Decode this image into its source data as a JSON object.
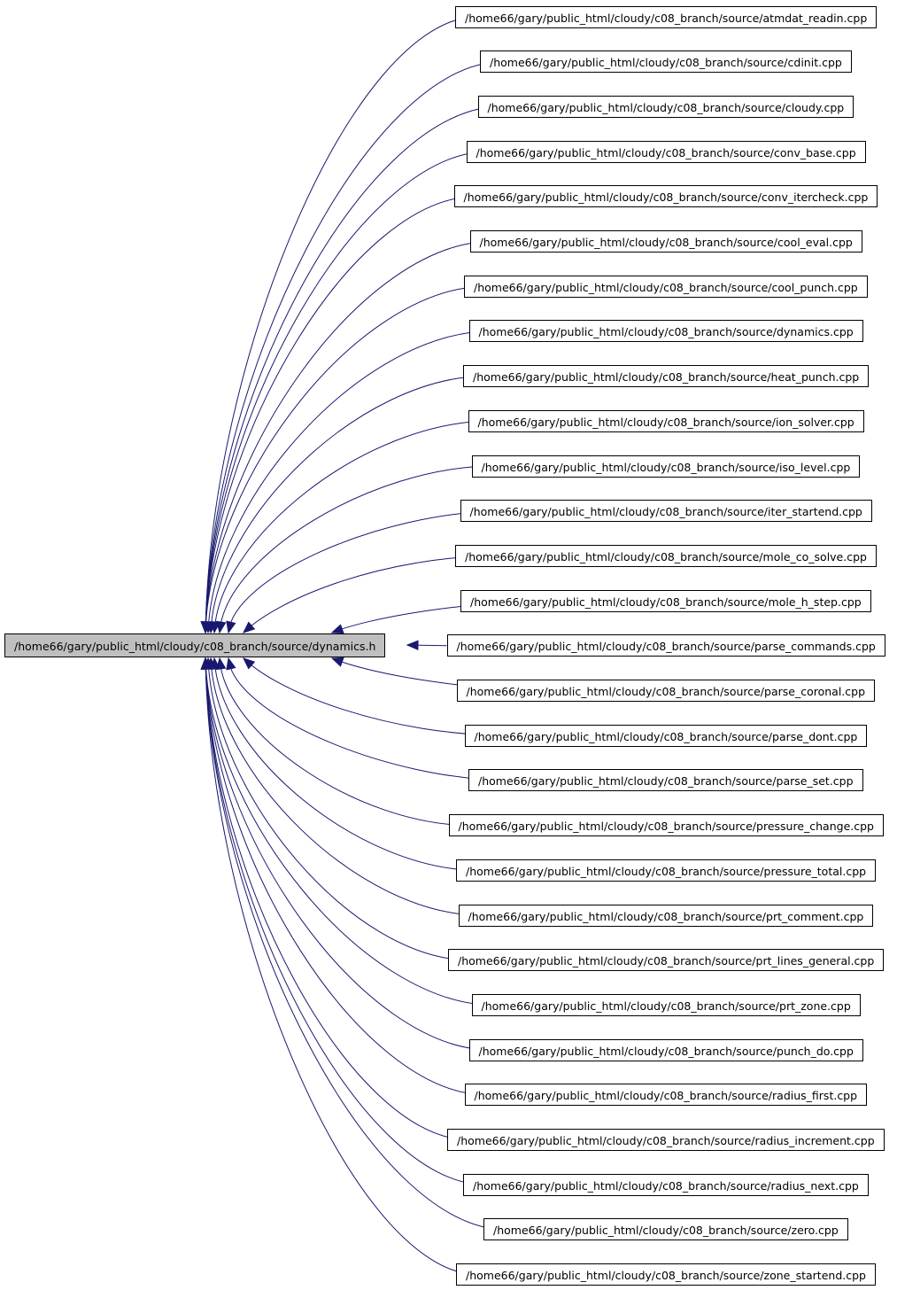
{
  "graph": {
    "edge_color": "#191970",
    "target": {
      "label": "/home66/gary/public_html/cloudy/c08_branch/source/dynamics.h",
      "fill": "#bfbfbf"
    },
    "includers": [
      "/home66/gary/public_html/cloudy/c08_branch/source/atmdat_readin.cpp",
      "/home66/gary/public_html/cloudy/c08_branch/source/cdinit.cpp",
      "/home66/gary/public_html/cloudy/c08_branch/source/cloudy.cpp",
      "/home66/gary/public_html/cloudy/c08_branch/source/conv_base.cpp",
      "/home66/gary/public_html/cloudy/c08_branch/source/conv_itercheck.cpp",
      "/home66/gary/public_html/cloudy/c08_branch/source/cool_eval.cpp",
      "/home66/gary/public_html/cloudy/c08_branch/source/cool_punch.cpp",
      "/home66/gary/public_html/cloudy/c08_branch/source/dynamics.cpp",
      "/home66/gary/public_html/cloudy/c08_branch/source/heat_punch.cpp",
      "/home66/gary/public_html/cloudy/c08_branch/source/ion_solver.cpp",
      "/home66/gary/public_html/cloudy/c08_branch/source/iso_level.cpp",
      "/home66/gary/public_html/cloudy/c08_branch/source/iter_startend.cpp",
      "/home66/gary/public_html/cloudy/c08_branch/source/mole_co_solve.cpp",
      "/home66/gary/public_html/cloudy/c08_branch/source/mole_h_step.cpp",
      "/home66/gary/public_html/cloudy/c08_branch/source/parse_commands.cpp",
      "/home66/gary/public_html/cloudy/c08_branch/source/parse_coronal.cpp",
      "/home66/gary/public_html/cloudy/c08_branch/source/parse_dont.cpp",
      "/home66/gary/public_html/cloudy/c08_branch/source/parse_set.cpp",
      "/home66/gary/public_html/cloudy/c08_branch/source/pressure_change.cpp",
      "/home66/gary/public_html/cloudy/c08_branch/source/pressure_total.cpp",
      "/home66/gary/public_html/cloudy/c08_branch/source/prt_comment.cpp",
      "/home66/gary/public_html/cloudy/c08_branch/source/prt_lines_general.cpp",
      "/home66/gary/public_html/cloudy/c08_branch/source/prt_zone.cpp",
      "/home66/gary/public_html/cloudy/c08_branch/source/punch_do.cpp",
      "/home66/gary/public_html/cloudy/c08_branch/source/radius_first.cpp",
      "/home66/gary/public_html/cloudy/c08_branch/source/radius_increment.cpp",
      "/home66/gary/public_html/cloudy/c08_branch/source/radius_next.cpp",
      "/home66/gary/public_html/cloudy/c08_branch/source/zero.cpp",
      "/home66/gary/public_html/cloudy/c08_branch/source/zone_startend.cpp"
    ]
  }
}
